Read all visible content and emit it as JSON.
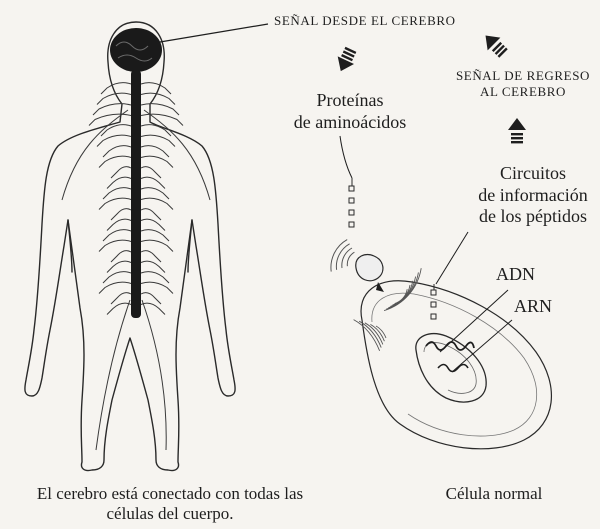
{
  "labels": {
    "signal_from_brain": "SEÑAL DESDE EL CEREBRO",
    "signal_back_line1": "SEÑAL DE REGRESO",
    "signal_back_line2": "AL CEREBRO",
    "proteins_line1": "Proteínas",
    "proteins_line2": "de aminoácidos",
    "circuits_line1": "Circuitos",
    "circuits_line2": "de información",
    "circuits_line3": "de los péptidos",
    "dna": "ADN",
    "rna": "ARN"
  },
  "captions": {
    "left_line1": "El cerebro está conectado con todas las",
    "left_line2": "células del cuerpo.",
    "right": "Célula normal"
  },
  "colors": {
    "ink": "#1e1e1e",
    "paper": "#f6f4f0"
  }
}
